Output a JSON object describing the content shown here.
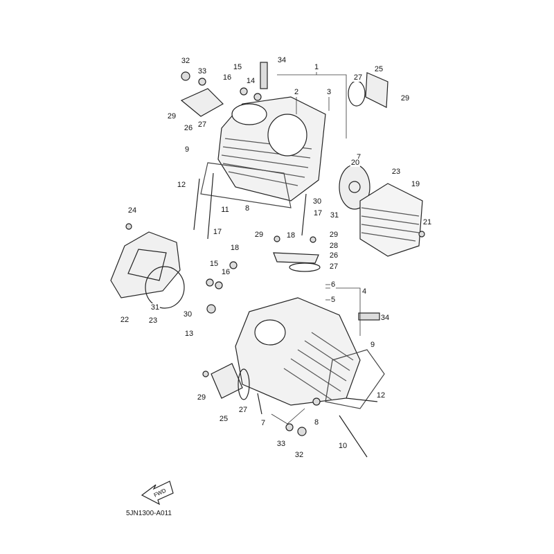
{
  "diagram": {
    "drawing_code": "5JN1300-A011",
    "fwd_arrow_text": "FWD",
    "callouts": [
      "32",
      "33",
      "15",
      "16",
      "14",
      "34",
      "1",
      "2",
      "3",
      "27",
      "25",
      "29",
      "29",
      "26",
      "27",
      "9",
      "7",
      "20",
      "23",
      "19",
      "12",
      "11",
      "8",
      "30",
      "17",
      "31",
      "21",
      "24",
      "17",
      "18",
      "29",
      "29",
      "28",
      "18",
      "26",
      "27",
      "15",
      "16",
      "6",
      "4",
      "5",
      "31",
      "30",
      "23",
      "22",
      "34",
      "13",
      "9",
      "29",
      "12",
      "25",
      "27",
      "7",
      "8",
      "10",
      "33",
      "32"
    ]
  }
}
